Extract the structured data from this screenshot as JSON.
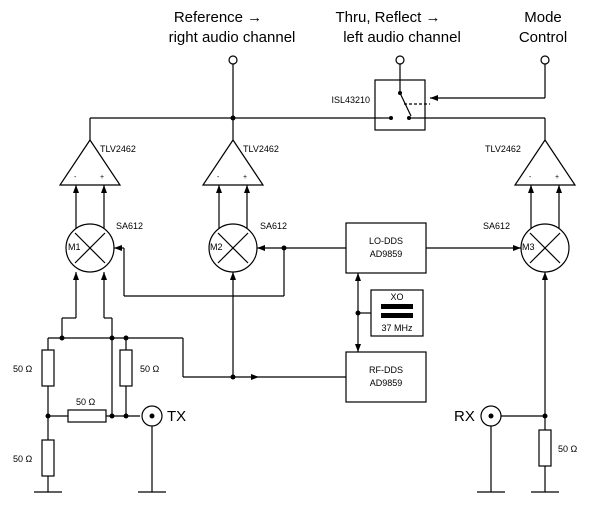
{
  "outputs": {
    "reference_l1": "Reference →",
    "reference_l2": "right audio channel",
    "thru_l1": "Thru, Reflect →",
    "thru_l2": "left audio channel",
    "mode_l1": "Mode",
    "mode_l2": "Control"
  },
  "switch_ic": "ISL43210",
  "amps": {
    "left": "TLV2462",
    "mid": "TLV2462",
    "right": "TLV2462"
  },
  "amp_pins": {
    "minus": "-",
    "plus": "+"
  },
  "mixers": {
    "m1": "M1",
    "m2": "M2",
    "m3": "M3",
    "m1_part": "SA612",
    "m2_part": "SA612",
    "m3_part": "SA612"
  },
  "lo_dds": {
    "line1": "LO-DDS",
    "line2": "AD9859"
  },
  "rf_dds": {
    "line1": "RF-DDS",
    "line2": "AD9859"
  },
  "xo": {
    "line1": "XO",
    "line2": "37 MHz"
  },
  "resistors": {
    "r_left_upper": "50 Ω",
    "r_mid_upper": "50 Ω",
    "r_horizontal": "50 Ω",
    "r_left_lower": "50 Ω",
    "r_rx": "50 Ω"
  },
  "ports": {
    "tx": "TX",
    "rx": "RX"
  }
}
